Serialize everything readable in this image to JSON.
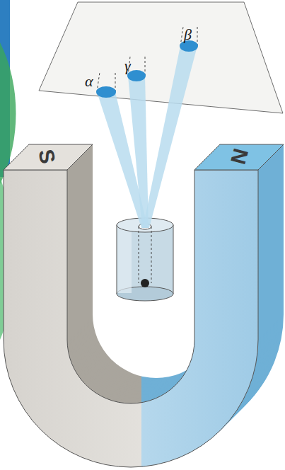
{
  "diagram": {
    "labels": [
      "α",
      "γ",
      "β",
      "S",
      "N"
    ]
  }
}
